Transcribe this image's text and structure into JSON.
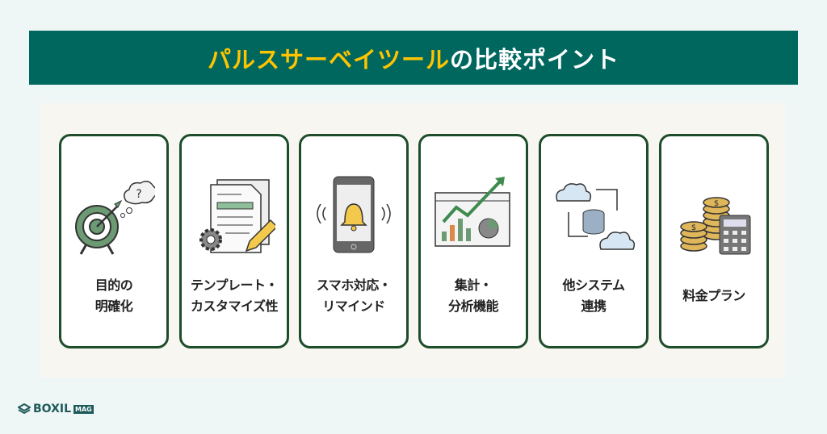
{
  "header": {
    "title_highlight": "パルスサーベイツール",
    "title_rest": "の比較ポイント"
  },
  "cards": [
    {
      "label": "目的の\n明確化",
      "icon": "target-icon"
    },
    {
      "label": "テンプレート・\nカスタマイズ性",
      "icon": "document-gear-pencil-icon"
    },
    {
      "label": "スマホ対応・\nリマインド",
      "icon": "smartphone-bell-icon"
    },
    {
      "label": "集計・\n分析機能",
      "icon": "chart-analytics-icon"
    },
    {
      "label": "他システム\n連携",
      "icon": "cloud-database-sync-icon"
    },
    {
      "label": "料金プラン",
      "icon": "coins-calculator-icon"
    }
  ],
  "logo": {
    "brand": "BOXIL",
    "sub": "MAG"
  },
  "colors": {
    "header": "#00675f",
    "highlight": "#ffc400",
    "card_border": "#1e4d2b"
  }
}
